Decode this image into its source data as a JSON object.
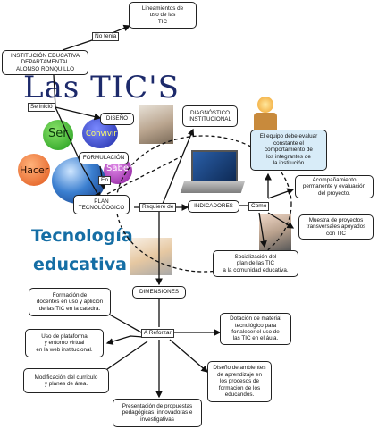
{
  "colors": {
    "accent_blue": "#1a6aa6",
    "node_border": "#222222",
    "node_fill": "#ffffff",
    "soft_blue": "#d8ecf8"
  },
  "decor": {
    "las_tics": "Las TIC'S",
    "ser": "Ser",
    "convivir": "Convivir",
    "hacer": "Hacer",
    "saber": "Saber",
    "tecnologia": "Tecnología",
    "educativa": "educativa"
  },
  "nodes": {
    "lineamientos": "Lineamientos de\nuso de las\nTIC",
    "institucion": "INSTITUCIÓN EDUCATIVA\nDEPARTAMENTAL\nALONSO RONQUILLO",
    "diseno": "DISEÑO",
    "formulacion": "FORMULACIÓN",
    "plan": "PLAN\nTECNOLÓOGICO",
    "diagnostico": "DIAGNÓSTICO\nINSTITUCIONAL",
    "indicadores": "INDICADORES",
    "equipo": "El equipo debe evaluar\nconstante el\ncomportamiento de\nlos integrantes de\nla institución",
    "acompanamiento": "Acompañamiento\npermanente y evaluación\ndel proyecto.",
    "muestra": "Muestra de proyectos\ntransversales apoyados\ncon TIC",
    "socializacion": "Socialización del\nplan de las TIC\na la comunidad educativa.",
    "dimensiones": "DIMENSIONES",
    "formacion": "Formación de\ndocentes en uso y aplición\nde las TIC en la catedra.",
    "dotacion": "Dotación de material\ntecnológico para\nfortalecer el uso de\nlas TIC en el áula.",
    "plataforma": "Uso de plataforma\ny entorno virtual\nen la web institucional.",
    "modificacion": "Modificación del curriculo\ny planes de área.",
    "ambientes": "Diseño de ambientes\nde aprendizaje en\nlos procesos de\nformación de los\neducandos.",
    "presentacion": "Presentación de propuestas\npedagógicas, innovadoras e\ninvestigativas"
  },
  "links": {
    "no_tenia": "No tenia",
    "se_inicio": "Se inició",
    "en": "En",
    "requiere_de": "Requiere de",
    "como": "Como",
    "a_reforzar": "A Reforzar"
  }
}
